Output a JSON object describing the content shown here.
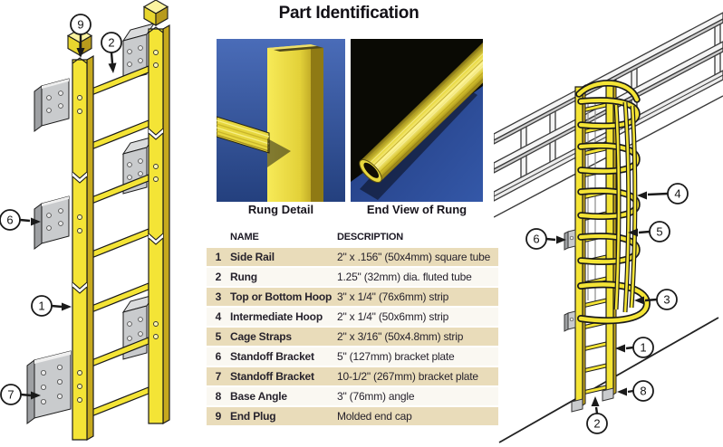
{
  "page": {
    "title": "Part Identification"
  },
  "photos": [
    {
      "caption": "Rung Detail"
    },
    {
      "caption": "End View of Rung"
    }
  ],
  "table": {
    "headers": {
      "name": "NAME",
      "description": "DESCRIPTION"
    },
    "rows": [
      {
        "num": "1",
        "name": "Side Rail",
        "description": "2\" x .156\" (50x4mm) square tube"
      },
      {
        "num": "2",
        "name": "Rung",
        "description": "1.25\" (32mm) dia. fluted tube"
      },
      {
        "num": "3",
        "name": "Top or Bottom Hoop",
        "description": "3\" x 1/4\" (76x6mm) strip"
      },
      {
        "num": "4",
        "name": "Intermediate Hoop",
        "description": "2\" x 1/4\" (50x6mm) strip"
      },
      {
        "num": "5",
        "name": "Cage Straps",
        "description": "2\" x 3/16\" (50x4.8mm) strip"
      },
      {
        "num": "6",
        "name": "Standoff Bracket",
        "description": "5\" (127mm) bracket plate"
      },
      {
        "num": "7",
        "name": "Standoff Bracket",
        "description": "10-1/2\" (267mm) bracket plate"
      },
      {
        "num": "8",
        "name": "Base Angle",
        "description": "3\" (76mm) angle"
      },
      {
        "num": "9",
        "name": "End Plug",
        "description": "Molded end cap"
      }
    ]
  },
  "left_diagram": {
    "callouts": [
      {
        "label": "9"
      },
      {
        "label": "2"
      },
      {
        "label": "6"
      },
      {
        "label": "1"
      },
      {
        "label": "7"
      }
    ]
  },
  "right_diagram": {
    "callouts": [
      {
        "label": "4"
      },
      {
        "label": "5"
      },
      {
        "label": "6"
      },
      {
        "label": "3"
      },
      {
        "label": "1"
      },
      {
        "label": "8"
      },
      {
        "label": "2"
      }
    ]
  },
  "colors": {
    "ladder_yellow": "#F2E032",
    "ladder_shade": "#C7A91E",
    "bracket_gray": "#C9CBCD",
    "table_stripe": "#E9DCBA",
    "photo_blue": "#3A5FA8",
    "outline_ink": "#1A1A1A"
  }
}
